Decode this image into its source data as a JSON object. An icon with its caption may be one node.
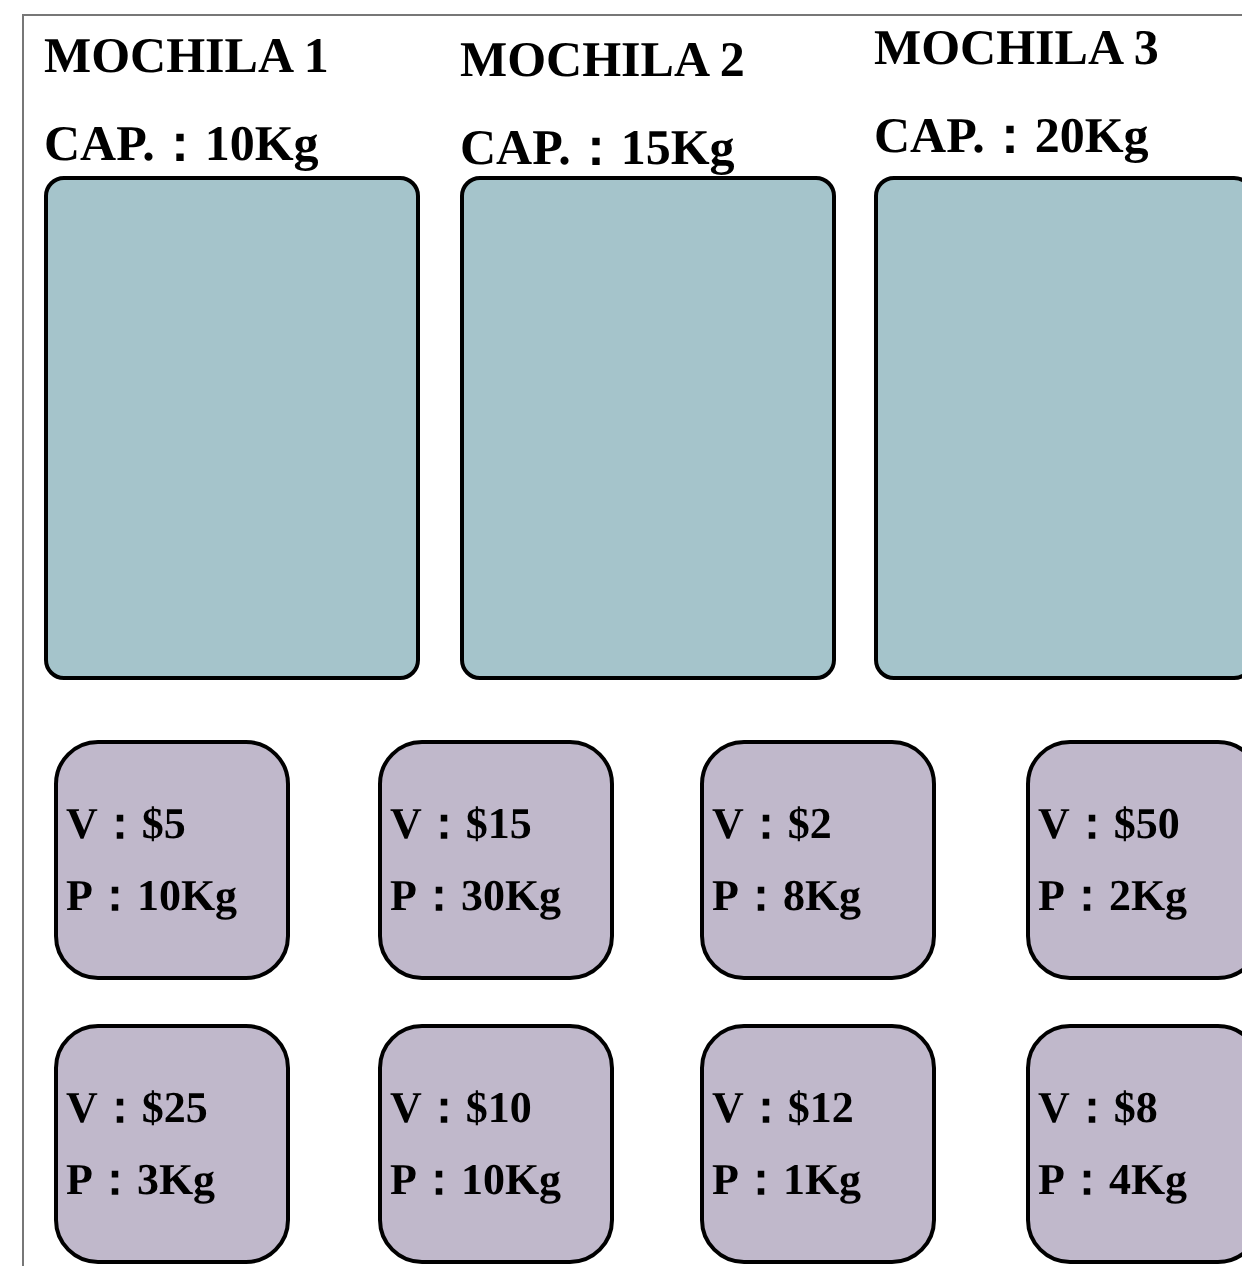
{
  "diagram": {
    "nodes": [
      {
        "text": [
          "MOCHILA 1",
          "CAP.：10Kg"
        ]
      },
      {
        "text": [
          "MOCHILA 2",
          "CAP.：15Kg"
        ]
      },
      {
        "text": [
          "MOCHILA 3",
          "CAP.：20Kg"
        ]
      },
      {
        "text": [
          "V：$5",
          "P：10Kg"
        ]
      },
      {
        "text": [
          "V：$15",
          "P：30Kg"
        ]
      },
      {
        "text": [
          "V：$2",
          "P：8Kg"
        ]
      },
      {
        "text": [
          "V：$50",
          "P：2Kg"
        ]
      },
      {
        "text": [
          "V：$25",
          "P：3Kg"
        ]
      },
      {
        "text": [
          "V：$10",
          "P：10Kg"
        ]
      },
      {
        "text": [
          "V：$12",
          "P：1Kg"
        ]
      },
      {
        "text": [
          "V：$8",
          "P：4Kg"
        ]
      }
    ]
  }
}
